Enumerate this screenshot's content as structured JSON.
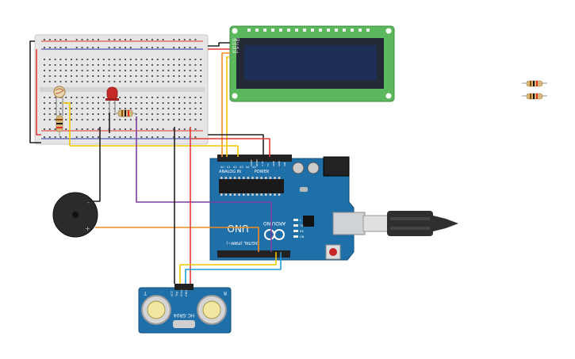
{
  "colors": {
    "board": "#1f6fa8",
    "board_dark": "#154f7a",
    "lcd_pcb": "#5cb85c",
    "lcd_screen": "#1d2f57",
    "breadboard": "#e6e6e6",
    "wire_red": "#e53935",
    "wire_black": "#222222",
    "wire_orange": "#f08a1d",
    "wire_yellow": "#f2c500",
    "wire_purple": "#7b3fa0",
    "wire_blue": "#1f9bd7",
    "led": "#c62828",
    "buzzer": "#2b2b2b",
    "sensor": "#1f6fa8"
  },
  "lcd": {
    "pins": [
      "GND",
      "VCC",
      "SDA",
      "SCL"
    ]
  },
  "arduino": {
    "brand": "ARDUINO",
    "model": "UNO",
    "power_label": "POWER",
    "analog_label": "ANALOG IN",
    "digital_label": "DIGITAL (PWM~)",
    "analog_pins": [
      "A0",
      "A1",
      "A2",
      "A3",
      "A4",
      "A5"
    ],
    "power_pins": [
      "IOREF",
      "RESET",
      "3.3V",
      "5V",
      "GND",
      "GND",
      "VIN"
    ],
    "leds": [
      "L",
      "TX",
      "RX",
      "ON"
    ]
  },
  "ultrasonic": {
    "label": "HC-SR04",
    "pins": [
      "VCC",
      "Trig",
      "Echo",
      "GND"
    ],
    "transducers": [
      "T",
      "R"
    ]
  },
  "buzzer": {
    "minus": "-",
    "plus": "+"
  }
}
